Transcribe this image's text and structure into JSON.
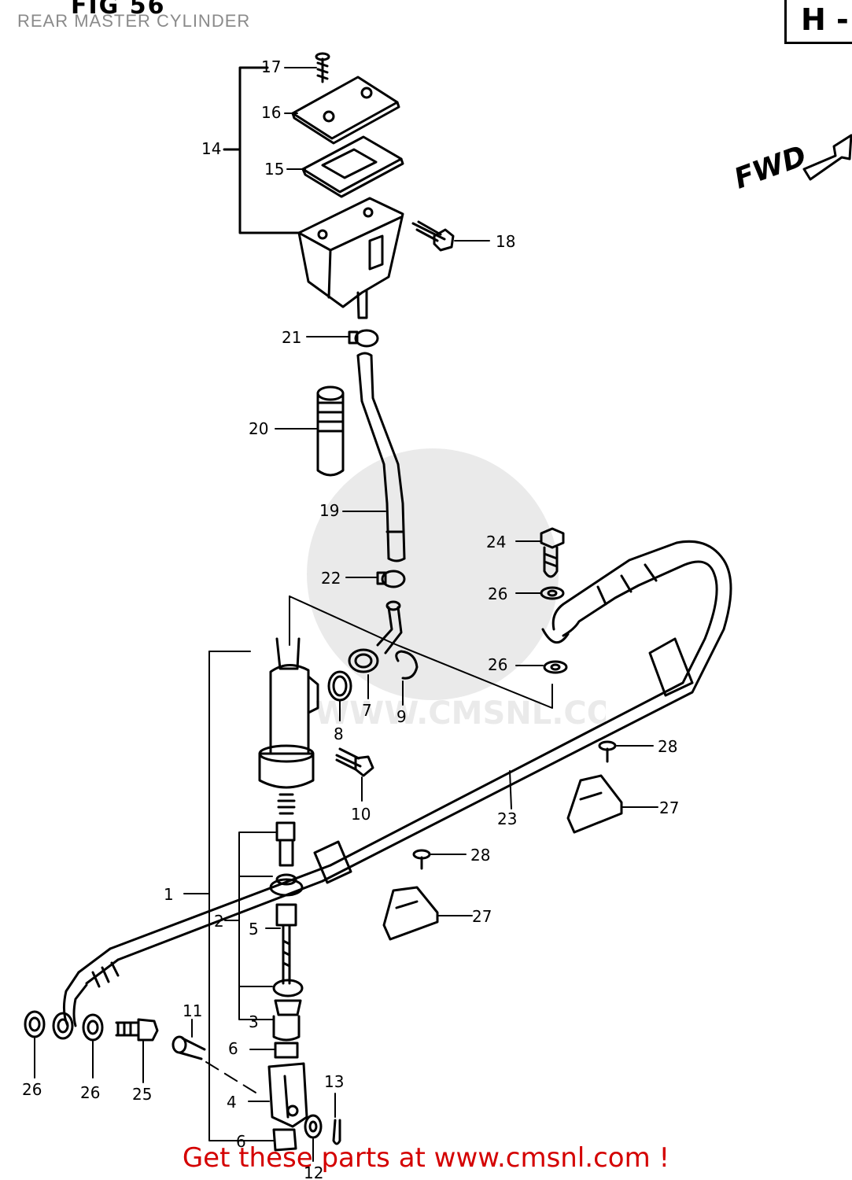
{
  "header": {
    "fig_label": "FIG 56",
    "overlay_title": "REAR MASTER CYLINDER",
    "section_code": "H -"
  },
  "direction_label": "FWD",
  "footer": {
    "text": "Get these parts at www.cmsnl.com !"
  },
  "watermark": {
    "text": "WWW.CMSNL.COM",
    "logo": "cms-logo"
  },
  "colors": {
    "footer_text": "#d40000",
    "overlay_title": "#8a8a8a",
    "line": "#000000"
  },
  "part_labels": [
    {
      "id": "p17",
      "text": "17"
    },
    {
      "id": "p16",
      "text": "16"
    },
    {
      "id": "p14",
      "text": "14"
    },
    {
      "id": "p15",
      "text": "15"
    },
    {
      "id": "p18",
      "text": "18"
    },
    {
      "id": "p21",
      "text": "21"
    },
    {
      "id": "p20",
      "text": "20"
    },
    {
      "id": "p19",
      "text": "19"
    },
    {
      "id": "p24",
      "text": "24"
    },
    {
      "id": "p22",
      "text": "22"
    },
    {
      "id": "p26a",
      "text": "26"
    },
    {
      "id": "p26b",
      "text": "26"
    },
    {
      "id": "p7",
      "text": "7"
    },
    {
      "id": "p8",
      "text": "8"
    },
    {
      "id": "p9",
      "text": "9"
    },
    {
      "id": "p28a",
      "text": "28"
    },
    {
      "id": "p10",
      "text": "10"
    },
    {
      "id": "p23",
      "text": "23"
    },
    {
      "id": "p27a",
      "text": "27"
    },
    {
      "id": "p28b",
      "text": "28"
    },
    {
      "id": "p1",
      "text": "1"
    },
    {
      "id": "p2",
      "text": "2"
    },
    {
      "id": "p5",
      "text": "5"
    },
    {
      "id": "p27b",
      "text": "27"
    },
    {
      "id": "p3",
      "text": "3"
    },
    {
      "id": "p11",
      "text": "11"
    },
    {
      "id": "p6a",
      "text": "6"
    },
    {
      "id": "p13",
      "text": "13"
    },
    {
      "id": "p4",
      "text": "4"
    },
    {
      "id": "p26c",
      "text": "26"
    },
    {
      "id": "p26d",
      "text": "26"
    },
    {
      "id": "p25",
      "text": "25"
    },
    {
      "id": "p6b",
      "text": "6"
    },
    {
      "id": "p12",
      "text": "12"
    }
  ]
}
